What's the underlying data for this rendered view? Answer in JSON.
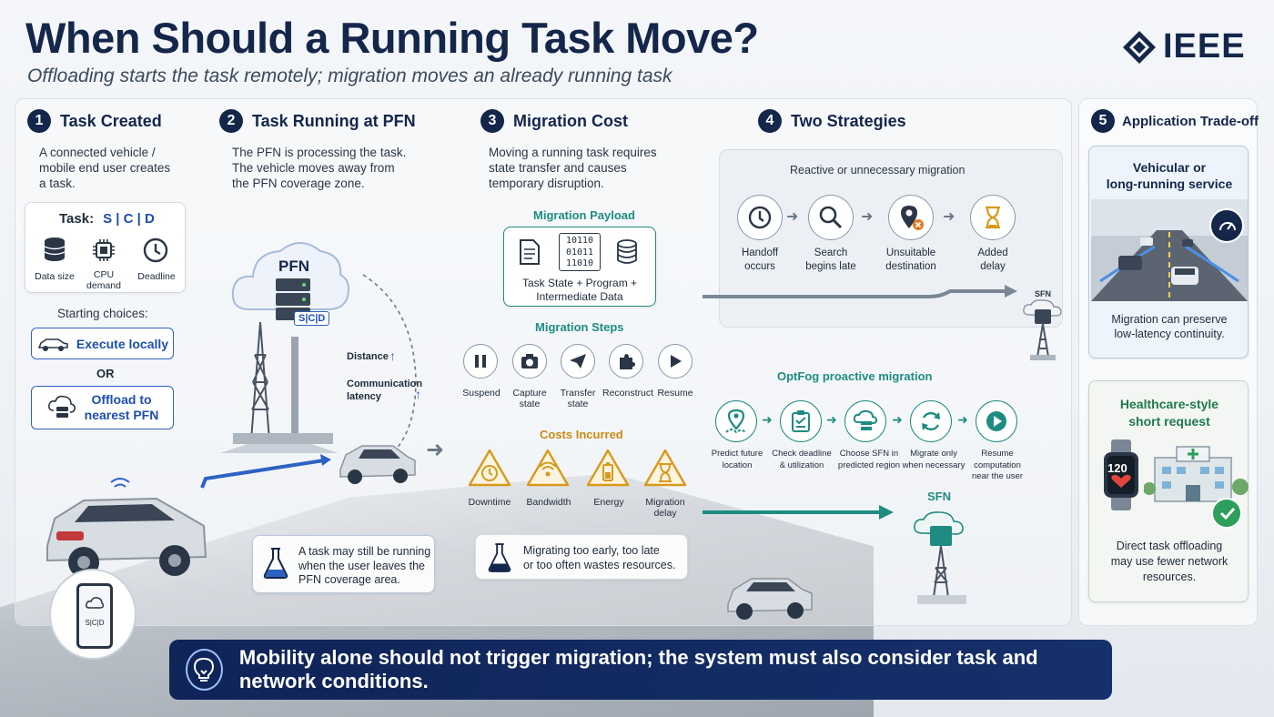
{
  "header": {
    "title": "When Should a Running Task Move?",
    "subtitle": "Offloading starts the task remotely; migration moves an already running task",
    "logo": "IEEE"
  },
  "sec1": {
    "number": "1",
    "title": "Task Created",
    "text": [
      "A connected vehicle /",
      "mobile end user creates",
      "a task."
    ],
    "task_label": "Task:",
    "task_code": "S | C | D",
    "params": [
      "Data size",
      "CPU\ndemand",
      "Deadline"
    ],
    "choices_label": "Starting choices:",
    "choice_local": "Execute locally",
    "or": "OR",
    "choice_offload": "Offload to\nnearest PFN",
    "phone_code": "S|C|D"
  },
  "sec2": {
    "number": "2",
    "title": "Task Running at PFN",
    "text": [
      "The PFN is processing the task.",
      "The vehicle moves away from",
      "the PFN coverage zone."
    ],
    "pfn_label": "PFN",
    "pfn_code": "S|C|D",
    "distance_label": "Distance",
    "latency_label": "Communication\nlatency",
    "note": "A task may still be running\nwhen the user leaves the\nPFN coverage area."
  },
  "sec3": {
    "number": "3",
    "title": "Migration Cost",
    "text": [
      "Moving a running task requires",
      "state transfer and causes",
      "temporary disruption."
    ],
    "payload_title": "Migration Payload",
    "payload_bits": [
      "10110",
      "01011",
      "11010"
    ],
    "payload_desc": "Task State + Program +\nIntermediate Data",
    "steps_title": "Migration Steps",
    "steps": [
      "Suspend",
      "Capture\nstate",
      "Transfer\nstate",
      "Reconstruct",
      "Resume"
    ],
    "costs_title": "Costs Incurred",
    "costs": [
      "Downtime",
      "Bandwidth",
      "Energy",
      "Migration\ndelay"
    ],
    "note": "Migrating too early, too late\nor too often wastes resources."
  },
  "sec4": {
    "number": "4",
    "title": "Two Strategies",
    "reactive_title": "Reactive or unnecessary migration",
    "reactive_steps": [
      "Handoff\noccurs",
      "Search\nbegins late",
      "Unsuitable\ndestination",
      "Added\ndelay"
    ],
    "sfn_label_top": "SFN",
    "optfog_title": "OptFog proactive migration",
    "optfog_steps": [
      "Predict future\nlocation",
      "Check deadline\n& utilization",
      "Choose SFN in\npredicted region",
      "Migrate only\nwhen necessary",
      "Resume\ncomputation\nnear the user"
    ],
    "sfn_label_bottom": "SFN"
  },
  "sec5": {
    "number": "5",
    "title": "Application Trade-off",
    "vehicular_title": "Vehicular or\nlong-running service",
    "vehicular_note": "Migration can preserve\nlow-latency continuity.",
    "health_title": "Healthcare-style\nshort request",
    "watch_value": "120",
    "health_note": "Direct task offloading\nmay use fewer network\nresources."
  },
  "banner": {
    "text": "Mobility alone should not trigger migration; the system must also consider task and network conditions."
  },
  "colors": {
    "navy": "#14264a",
    "accent_blue": "#2d62c4",
    "teal": "#1f8c82",
    "amber": "#d79a1c",
    "orange_warn": "#e07b22"
  }
}
